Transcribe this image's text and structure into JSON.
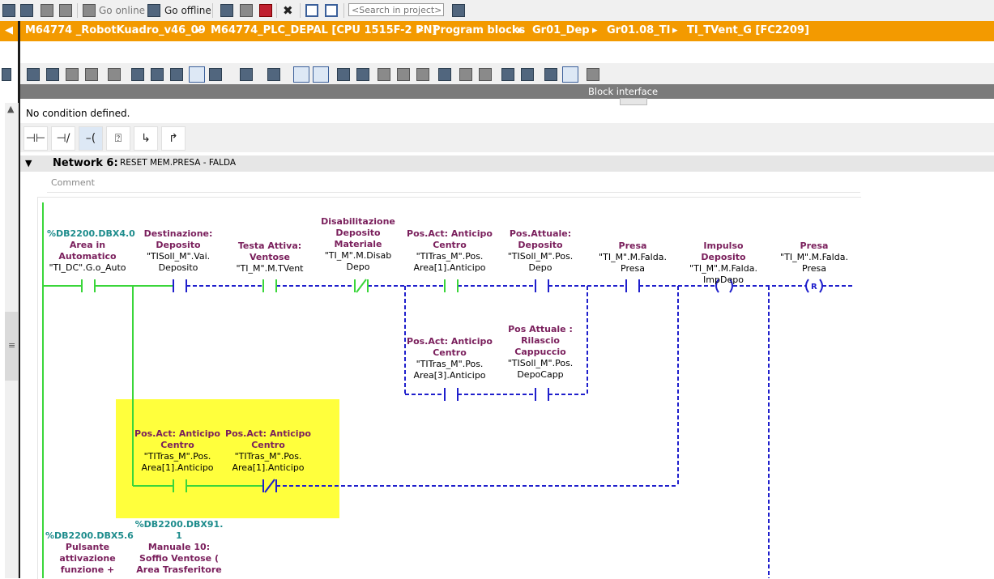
{
  "toolbar": {
    "go_online": "Go online",
    "go_offline": "Go offline",
    "search_placeholder": "<Search in project>"
  },
  "breadcrumb": [
    "M64774 _RobotKuadro_v46_09",
    "M64774_PLC_DEPAL [CPU 1515F-2 PN]",
    "Program blocks",
    "Gr01_Dep",
    "Gr01.08_TI",
    "TI_TVent_G [FC2209]"
  ],
  "block_interface": "Block interface",
  "condition": "No condition defined.",
  "network": {
    "title": "Network 6:",
    "comment": "RESET MEM.PRESA - FALDA",
    "comment_placeholder": "Comment"
  },
  "contacts_row1": [
    {
      "addr": "%DB2200.DBX4.0",
      "comment": [
        "Area in",
        "Automatico"
      ],
      "tag": [
        "\"TI_DC\".G.o_Auto"
      ]
    },
    {
      "comment": [
        "Destinazione:",
        "Deposito"
      ],
      "tag": [
        "\"TISoll_M\".Vai.",
        "Deposito"
      ]
    },
    {
      "comment": [
        "Testa Attiva:",
        "Ventose"
      ],
      "tag": [
        "\"TI_M\".M.TVent"
      ]
    },
    {
      "comment": [
        "Disabilitazione",
        "Deposito",
        "Materiale"
      ],
      "tag": [
        "\"TI_M\".M.Disab",
        "Depo"
      ]
    },
    {
      "comment": [
        "Pos.Act: Anticipo",
        "Centro"
      ],
      "tag": [
        "\"TITras_M\".Pos.",
        "Area[1].Anticipo"
      ]
    },
    {
      "comment": [
        "Pos.Attuale:",
        "Deposito"
      ],
      "tag": [
        "\"TISoll_M\".Pos.",
        "Depo"
      ]
    },
    {
      "comment": [
        "Presa"
      ],
      "tag": [
        "\"TI_M\".M.Falda.",
        "Presa"
      ]
    },
    {
      "comment": [
        "Impulso Deposito"
      ],
      "tag": [
        "\"TI_M\".M.Falda.",
        "ImpDepo"
      ]
    },
    {
      "comment": [
        "Presa"
      ],
      "tag": [
        "\"TI_M\".M.Falda.",
        "Presa"
      ]
    }
  ],
  "contacts_row2": [
    {
      "comment": [
        "Pos.Act: Anticipo",
        "Centro"
      ],
      "tag": [
        "\"TITras_M\".Pos.",
        "Area[3].Anticipo"
      ]
    },
    {
      "comment": [
        "Pos Attuale :",
        "Rilascio",
        "Cappuccio"
      ],
      "tag": [
        "\"TISoll_M\".Pos.",
        "DepoCapp"
      ]
    }
  ],
  "contacts_row3": [
    {
      "comment": [
        "Pos.Act: Anticipo",
        "Centro"
      ],
      "tag": [
        "\"TITras_M\".Pos.",
        "Area[1].Anticipo"
      ]
    },
    {
      "comment": [
        "Pos.Act: Anticipo",
        "Centro"
      ],
      "tag": [
        "\"TITras_M\".Pos.",
        "Area[1].Anticipo"
      ]
    }
  ],
  "contacts_row4": [
    {
      "addr": "%DB2200.DBX5.6",
      "comment": [
        "Pulsante",
        "attivazione",
        "funzione +"
      ]
    },
    {
      "addr": "%DB2200.DBX91.",
      "addr2": "1",
      "comment": [
        "Manuale 10:",
        "Soffio Ventose (",
        "Area Trasferitore"
      ]
    }
  ],
  "coil_symbol": "R",
  "colors": {
    "orange": "#f39a00",
    "power": "#3ad63a",
    "dashed": "#1f1fcc",
    "highlight": "#ffff3c",
    "comment_text": "#7a1f5c",
    "address_text": "#1d8c8c"
  }
}
